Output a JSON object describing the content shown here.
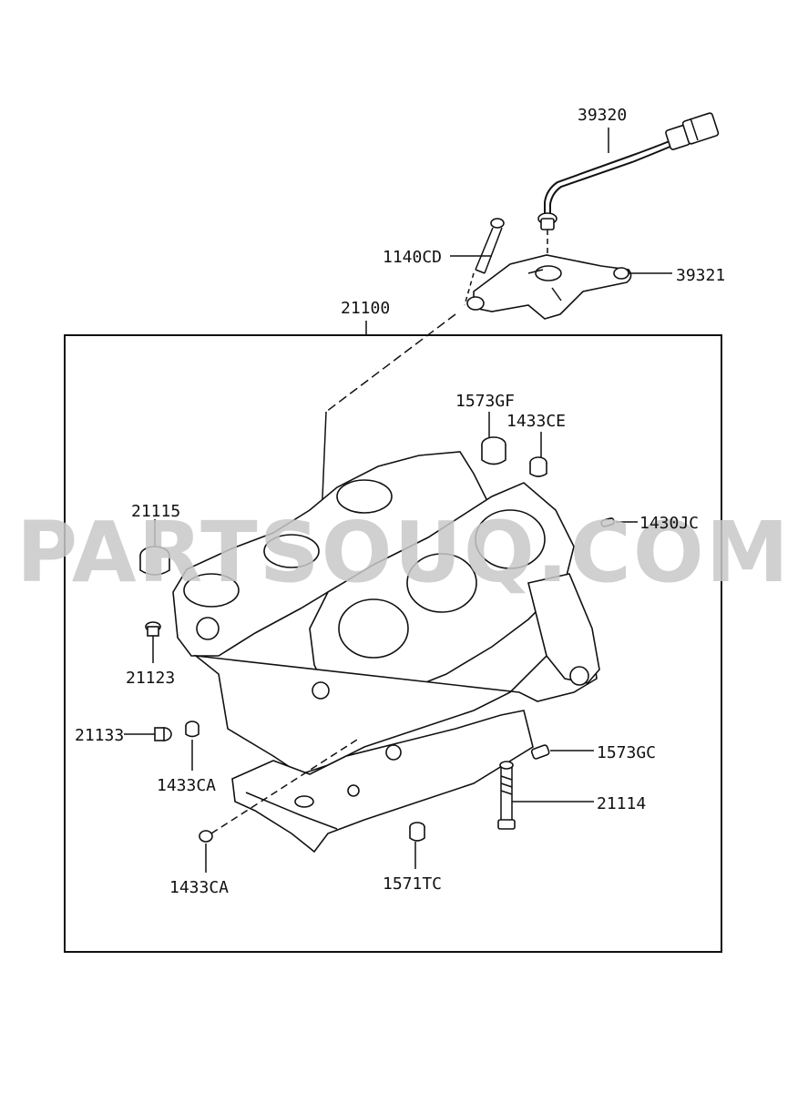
{
  "diagram": {
    "watermark": "PARTSOUQ.COM",
    "callouts": {
      "p39320": "39320",
      "p1140CD": "1140CD",
      "p39321": "39321",
      "p21100": "21100",
      "p1573GF": "1573GF",
      "p1433CE": "1433CE",
      "p21115": "21115",
      "p1430JC": "1430JC",
      "p21123": "21123",
      "p21133": "21133",
      "p1433CA_a": "1433CA",
      "p1573GC": "1573GC",
      "p21114": "21114",
      "p1433CA_b": "1433CA",
      "p1571TC": "1571TC"
    }
  }
}
